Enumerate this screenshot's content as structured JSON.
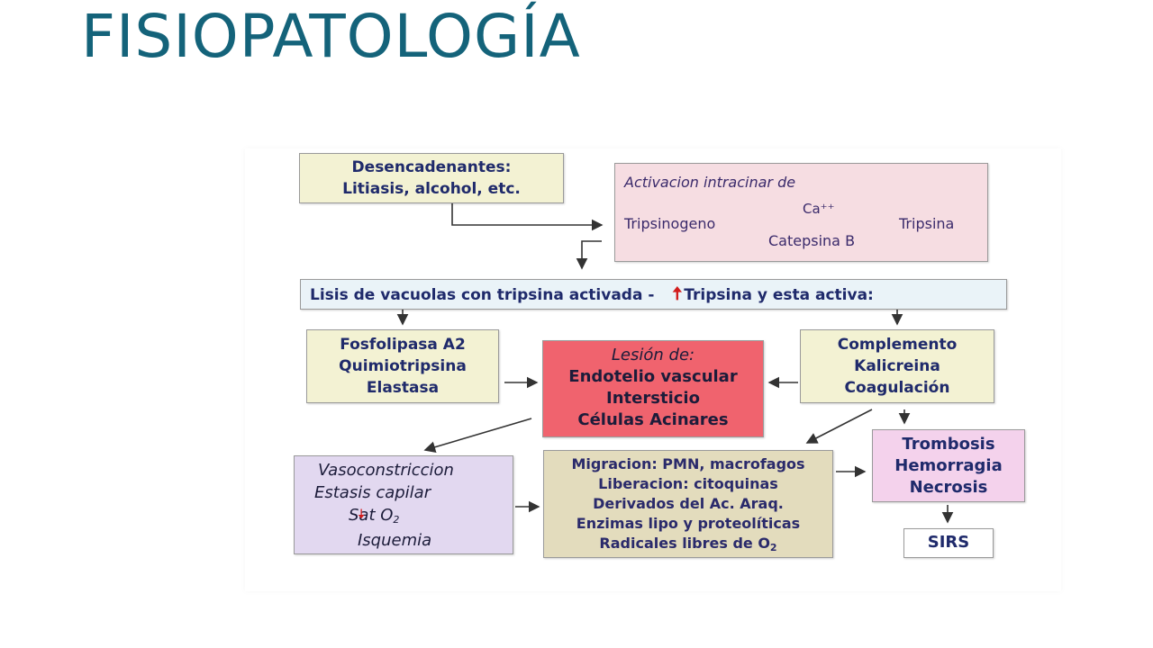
{
  "title": "FISIOPATOLOGÍA",
  "boxes": {
    "triggers": {
      "line1": "Desencadenantes:",
      "line2": "Litiasis, alcohol, etc."
    },
    "activation": {
      "heading": "Activacion intracinar de",
      "from": "Tripsinogeno",
      "over": "Ca⁺⁺",
      "under": "Catepsina B",
      "to": "Tripsina"
    },
    "lysis": {
      "left": "Lisis de vacuolas con tripsina activada -",
      "right": "Tripsina y esta activa:"
    },
    "enzymes": {
      "items": [
        "Fosfolipasa A2",
        "Quimiotripsina",
        "Elastasa"
      ]
    },
    "lesion": {
      "heading": "Lesión de:",
      "items": [
        "Endotelio vascular",
        "Intersticio",
        "Células Acinares"
      ]
    },
    "complement": {
      "items": [
        "Complemento",
        "Kalicreina",
        "Coagulación"
      ]
    },
    "vascular": {
      "line1": "Vasoconstriccion",
      "line2": "Estasis capilar",
      "line3_pre": "Sat O",
      "line3_sub": "2",
      "line4": "Isquemia"
    },
    "mediators": {
      "items": [
        "Migracion: PMN, macrofagos",
        "Liberacion: citoquinas",
        "Derivados del Ac. Araq.",
        "Enzimas lipo y proteolíticas"
      ],
      "last_pre": "Radicales libres de O",
      "last_sub": "2"
    },
    "outcomes": {
      "items": [
        "Trombosis",
        "Hemorragia",
        "Necrosis"
      ]
    },
    "sirs": {
      "label": "SIRS"
    }
  },
  "colors": {
    "title": "#14637a",
    "text": "#1f2a6b",
    "lesion": "#f0636e",
    "arrow_up": "#d21c1c"
  }
}
